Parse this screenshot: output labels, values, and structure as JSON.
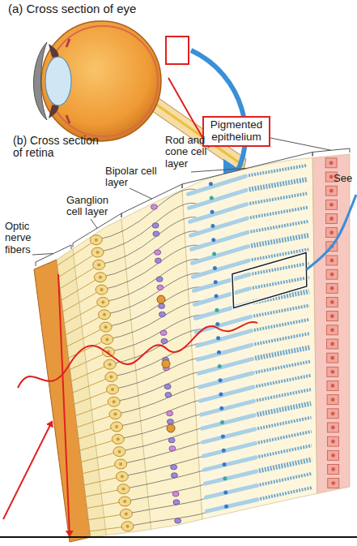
{
  "diagram": {
    "nodes": [
      {
        "text": [
          "Pigmented epithelium"
        ]
      }
    ],
    "labels": [
      "(a) Cross section of eye",
      "(b) Cross section of retina",
      "Rod and cone cell layer",
      "Bipolar cell layer",
      "Ganglion cell layer",
      "Optic nerve fibers",
      "See"
    ]
  }
}
